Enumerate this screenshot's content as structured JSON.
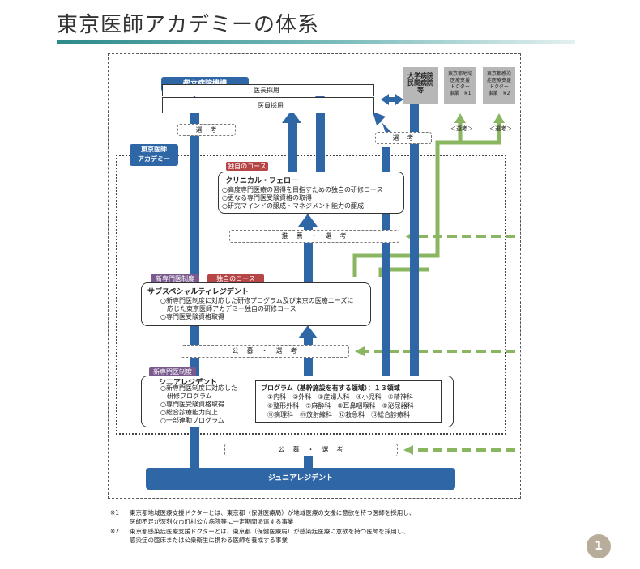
{
  "page": {
    "title": "東京医師アカデミーの体系",
    "page_number": "1"
  },
  "hospital": {
    "label": "都立病院機構",
    "director_hire": "医長採用",
    "doctor_hire": "医員採用"
  },
  "external": {
    "univ": "大学病院\n民間病院\n等",
    "support1": "東京都地域\n医療支援\nドクター\n事業　※1",
    "support2": "東京都感染\n症医療支援\nドクター\n事業　※2",
    "select_small": "＜選考＞"
  },
  "selection": {
    "senko": "選　考",
    "suisen": "推　薦　・　選　考",
    "kobo": "公　募　・　選　考"
  },
  "academy": {
    "label": "東京医師\nアカデミー",
    "chip_original": "独自のコース",
    "chip_new": "新専門医制度"
  },
  "fellow": {
    "title": "クリニカル・フェロー",
    "items": [
      "○高度専門医療の習得を目指すための独自の研修コース",
      "○更なる専門医受験資格の取得",
      "○研究マインドの醸成・マネジメント能力の醸成"
    ]
  },
  "subspecialty": {
    "title": "サブスペシャルティレジデント",
    "items": [
      "○新専門医制度に対応した研修プログラム及び東京の医療ニーズに",
      "　応じた東京医師アカデミー独自の研修コース",
      "○専門医受験資格取得"
    ]
  },
  "senior": {
    "title": "シニアレジデント",
    "items": [
      "○新専門医制度に対応した",
      "　研修プログラム",
      "○専門医受験資格取得",
      "○総合診療能力向上",
      "○一部連動プログラム"
    ],
    "program_title": "プログラム（基幹施設を有する領域）：１３領域",
    "program_rows": [
      "①内科　②外科　③産婦人科　④小児科　⑤精神科",
      "⑥整形外科　⑦麻酔科　⑧耳鼻咽喉科　⑨泌尿器科",
      "⑪病理科　⑪放射線科　⑫救急科　⑬総合診療科"
    ]
  },
  "junior": {
    "label": "ジュニアレジデント"
  },
  "footnotes": [
    {
      "mark": "※1",
      "line1": "東京都地域医療支援ドクターとは、東京都（保健医療局）が地域医療の支援に意欲を持つ医師を採用し、",
      "line2": "医師不足が深刻な市町村公立病院等に一定期間派遣する事業"
    },
    {
      "mark": "※2",
      "line1": "東京都感染症医療支援ドクターとは、東京都（保健医療局）が感染症医療に意欲を持つ医師を採用し、",
      "line2": "感染症の臨床または公衆衛生に携わる医師を養成する事業"
    }
  ],
  "colors": {
    "blue": "#2f66a6",
    "green": "#8ab661",
    "chip_purple": "#7a5a8e",
    "chip_red": "#b64646",
    "title_rule": "#2d8a8a"
  }
}
